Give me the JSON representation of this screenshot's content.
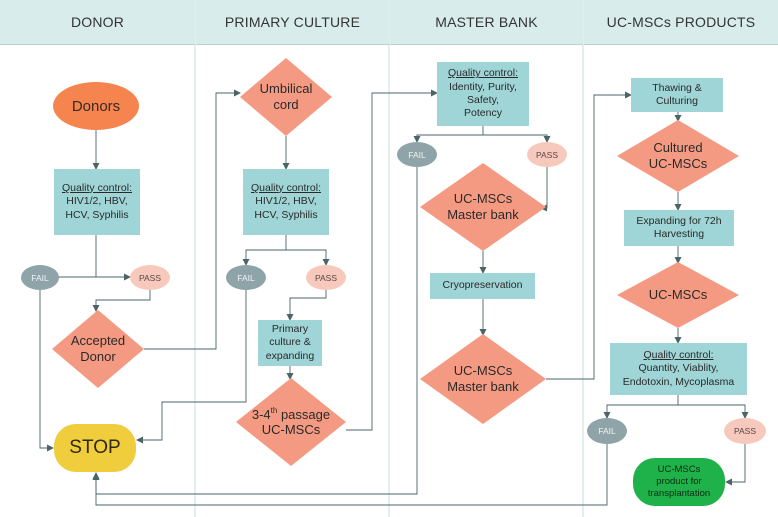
{
  "lanes": [
    "DONOR",
    "PRIMARY CULTURE",
    "MASTER BANK",
    "UC-MSCs PRODUCTS"
  ],
  "colors": {
    "header_bg": "#d8ecec",
    "process_box": "#9fd5d6",
    "decision_diamond": "#f59a82",
    "donors_oval": "#f5844f",
    "stop_terminal": "#f0cd3c",
    "fail_pill": "#8ea4a8",
    "pass_pill": "#f7c9bd",
    "final_terminal": "#1fb24a",
    "connector": "#4a6468"
  },
  "donor": {
    "donors": "Donors",
    "qc_title": "Quality control:",
    "qc_lines": [
      "HIV1/2, HBV,",
      "HCV, Syphilis"
    ],
    "fail": "FAIL",
    "pass": "PASS",
    "accepted": [
      "Accepted",
      "Donor"
    ],
    "stop": "STOP"
  },
  "primary": {
    "cord": [
      "Umbilical",
      "cord"
    ],
    "qc_title": "Quality control:",
    "qc_lines": [
      "HIV1/2, HBV,",
      "HCV, Syphilis"
    ],
    "fail": "FAIL",
    "pass": "PASS",
    "culture": [
      "Primary",
      "culture &",
      "expanding"
    ],
    "passage_num": "3-4",
    "passage_sup": "th",
    "passage_word": " passage",
    "passage_line2": "UC-MSCs"
  },
  "master": {
    "qc_title": "Quality control:",
    "qc_lines": [
      "Identity, Purity,",
      "Safety,",
      "Potency"
    ],
    "fail": "FAIL",
    "pass": "PASS",
    "bank1": [
      "UC-MSCs",
      "Master bank"
    ],
    "cryo": "Cryopreservation",
    "bank2": [
      "UC-MSCs",
      "Master bank"
    ]
  },
  "products": {
    "thawing": [
      "Thawing &",
      "Culturing"
    ],
    "cultured": [
      "Cultured",
      "UC-MSCs"
    ],
    "expanding": [
      "Expanding for 72h",
      "Harvesting"
    ],
    "ucmscs": "UC-MSCs",
    "qc_title": "Quality control:",
    "qc_lines": [
      "Quantity, Viablity,",
      "Endotoxin, Mycoplasma"
    ],
    "fail": "FAIL",
    "pass": "PASS",
    "final": [
      "UC-MSCs",
      "product for",
      "transplantation"
    ]
  }
}
